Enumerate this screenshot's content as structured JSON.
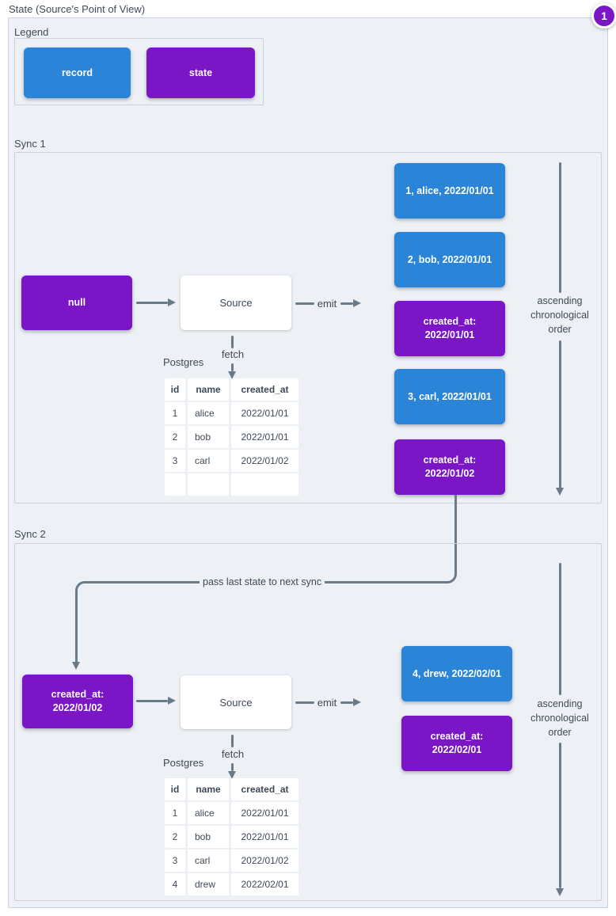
{
  "title": "State (Source's Point of View)",
  "badge": {
    "label": "1"
  },
  "legend": {
    "label": "Legend",
    "record_label": "record",
    "state_label": "state"
  },
  "sync1": {
    "label": "Sync 1",
    "input_state": {
      "line1": "null",
      "line2": ""
    },
    "source_label": "Source",
    "emit_label": "emit",
    "fetch_label": "fetch",
    "db_label": "Postgres",
    "table": {
      "headers": [
        "id",
        "name",
        "created_at"
      ],
      "rows": [
        [
          "1",
          "alice",
          "2022/01/01"
        ],
        [
          "2",
          "bob",
          "2022/01/01"
        ],
        [
          "3",
          "carl",
          "2022/01/02"
        ],
        [
          "",
          "",
          ""
        ]
      ]
    },
    "stack": [
      {
        "kind": "record",
        "line1": "1, alice, 2022/01/01",
        "line2": ""
      },
      {
        "kind": "record",
        "line1": "2, bob, 2022/01/01",
        "line2": ""
      },
      {
        "kind": "state",
        "line1": "created_at:",
        "line2": "2022/01/01"
      },
      {
        "kind": "record",
        "line1": "3, carl, 2022/01/01",
        "line2": ""
      },
      {
        "kind": "state",
        "line1": "created_at:",
        "line2": "2022/01/02"
      }
    ],
    "order_note": {
      "line1": "ascending",
      "line2": "chronological",
      "line3": "order"
    }
  },
  "connector": {
    "label": "pass last state to next sync"
  },
  "sync2": {
    "label": "Sync 2",
    "input_state": {
      "line1": "created_at:",
      "line2": "2022/01/02"
    },
    "source_label": "Source",
    "emit_label": "emit",
    "fetch_label": "fetch",
    "db_label": "Postgres",
    "table": {
      "headers": [
        "id",
        "name",
        "created_at"
      ],
      "rows": [
        [
          "1",
          "alice",
          "2022/01/01"
        ],
        [
          "2",
          "bob",
          "2022/01/01"
        ],
        [
          "3",
          "carl",
          "2022/01/02"
        ],
        [
          "4",
          "drew",
          "2022/02/01"
        ]
      ]
    },
    "stack": [
      {
        "kind": "record",
        "line1": "4, drew, 2022/02/01",
        "line2": ""
      },
      {
        "kind": "state",
        "line1": "created_at:",
        "line2": "2022/02/01"
      }
    ],
    "order_note": {
      "line1": "ascending",
      "line2": "chronological",
      "line3": "order"
    }
  },
  "colors": {
    "record_blue": "#2a85d8",
    "state_purple": "#7a16c6",
    "line_gray": "#697a89",
    "panel_bg": "#edf0f4",
    "panel_border": "#c9d2dc",
    "text_dark": "#3e4a58"
  }
}
